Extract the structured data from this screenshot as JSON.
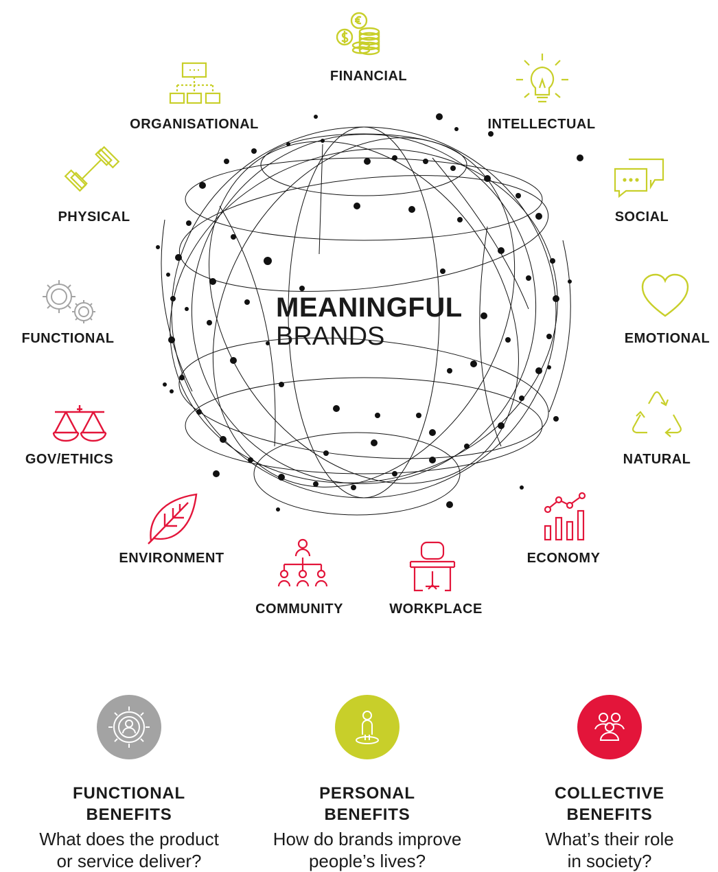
{
  "center": {
    "title": "MEANINGFUL",
    "subtitle": "BRANDS"
  },
  "colors": {
    "yellow": "#c8cf2a",
    "grey": "#a3a3a3",
    "red": "#e3153a",
    "dark": "#1a1a1a"
  },
  "dimensions": {
    "financial": "FINANCIAL",
    "intellectual": "INTELLECTUAL",
    "social": "SOCIAL",
    "emotional": "EMOTIONAL",
    "natural": "NATURAL",
    "economy": "ECONOMY",
    "workplace": "WORKPLACE",
    "community": "COMMUNITY",
    "environment": "ENVIRONMENT",
    "gov_ethics": "GOV/ETHICS",
    "functional": "FUNCTIONAL",
    "physical": "PHYSICAL",
    "organisational": "ORGANISATIONAL"
  },
  "benefits": [
    {
      "title": "FUNCTIONAL\nBENEFITS",
      "desc": "What does the product\nor service deliver?",
      "icon": "gear-person-icon"
    },
    {
      "title": "PERSONAL\nBENEFITS",
      "desc": "How do brands improve\npeople’s lives?",
      "icon": "person-pin-icon"
    },
    {
      "title": "COLLECTIVE\nBENEFITS",
      "desc": "What’s their role\nin society?",
      "icon": "group-icon"
    }
  ]
}
